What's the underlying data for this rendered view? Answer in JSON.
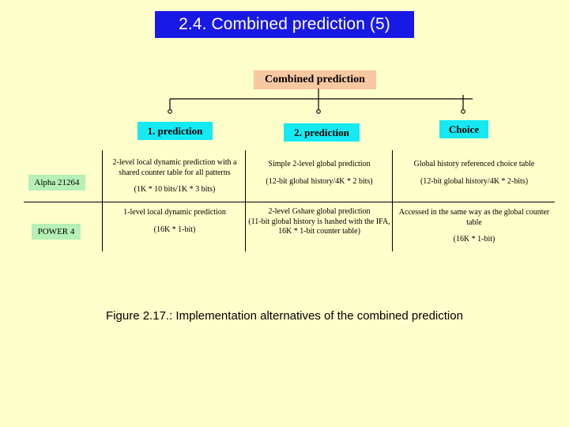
{
  "slide": {
    "title": "2.4. Combined prediction (5)",
    "title_bg": "#1919E6",
    "title_color": "#FFFFFF",
    "background": "#FFFFCC"
  },
  "root_node": {
    "label": "Combined prediction",
    "bg": "#F8C9A0"
  },
  "columns": [
    {
      "label": "1. prediction",
      "bg": "#16E9F2"
    },
    {
      "label": "2. prediction",
      "bg": "#16E9F2"
    },
    {
      "label": "Choice",
      "bg": "#16E9F2"
    }
  ],
  "rows": [
    {
      "label": "Alpha 21264",
      "label_bg": "#B6F0B6",
      "cells": [
        {
          "description": "2-level local dynamic prediction with a shared counter table for all patterns",
          "parameters": "(1K * 10 bits/1K * 3 bits)"
        },
        {
          "description": "Simple 2-level global prediction",
          "parameters": "(12-bit global history/4K * 2 bits)"
        },
        {
          "description": "Global history referenced choice table",
          "parameters": "(12-bit global history/4K * 2-bits)"
        }
      ]
    },
    {
      "label": "POWER 4",
      "label_bg": "#B6F0B6",
      "cells": [
        {
          "description": "1-level local dynamic prediction",
          "parameters": "(16K * 1-bit)"
        },
        {
          "description": "2-level Gshare global prediction",
          "parameters": "(11-bit global history is hashed with the IFA, 16K * 1-bit counter table)"
        },
        {
          "description": "Accessed in the same way as the global counter table",
          "parameters": "(16K * 1-bit)"
        }
      ]
    }
  ],
  "caption": "Figure 2.17.: Implementation alternatives of the combined prediction"
}
